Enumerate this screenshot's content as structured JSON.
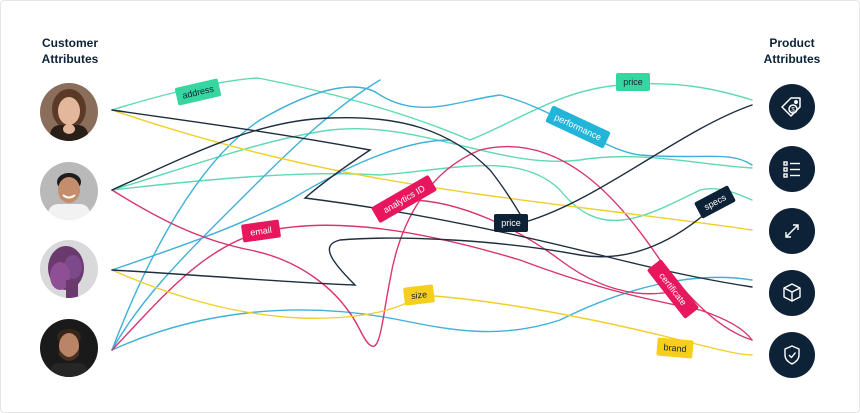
{
  "customer_title": "Customer\nAttributes",
  "product_title": "Product\nAttributes",
  "customers": [
    {
      "id": "c1",
      "icon": "person-woman-brown-hair"
    },
    {
      "id": "c2",
      "icon": "person-man-smiling"
    },
    {
      "id": "c3",
      "icon": "person-purple-hair-profile"
    },
    {
      "id": "c4",
      "icon": "person-man-beard"
    }
  ],
  "products": [
    {
      "id": "p1",
      "icon": "price-tag-dollar-icon"
    },
    {
      "id": "p2",
      "icon": "checklist-icon"
    },
    {
      "id": "p3",
      "icon": "expand-arrows-icon"
    },
    {
      "id": "p4",
      "icon": "box-icon"
    },
    {
      "id": "p5",
      "icon": "shield-check-icon"
    }
  ],
  "colors": {
    "navy": "#0d2236",
    "green": "#36d6a0",
    "teal": "#22b5d9",
    "pink": "#e8175d",
    "yellow": "#f5cf1b",
    "line_green": "#5fd9b5",
    "line_blue": "#3fb1d8",
    "line_pink": "#d9356e",
    "line_yellow": "#f0cf2b",
    "line_navy": "#1e2e40"
  },
  "tags": [
    {
      "id": "address",
      "label": "address",
      "color": "#36d6a0",
      "text_color": "#0d2236"
    },
    {
      "id": "price-top",
      "label": "price",
      "color": "#36d6a0",
      "text_color": "#0d2236"
    },
    {
      "id": "performance",
      "label": "performance",
      "color": "#22b5d9",
      "text_color": "#ffffff"
    },
    {
      "id": "analytics",
      "label": "analytics ID",
      "color": "#e8175d",
      "text_color": "#ffffff"
    },
    {
      "id": "price-mid",
      "label": "price",
      "color": "#0d2236",
      "text_color": "#ffffff"
    },
    {
      "id": "specs",
      "label": "specs",
      "color": "#0d2236",
      "text_color": "#ffffff"
    },
    {
      "id": "email",
      "label": "email",
      "color": "#e8175d",
      "text_color": "#ffffff"
    },
    {
      "id": "size",
      "label": "size",
      "color": "#f5cf1b",
      "text_color": "#0d2236"
    },
    {
      "id": "certificate",
      "label": "certificate",
      "color": "#e8175d",
      "text_color": "#ffffff"
    },
    {
      "id": "brand",
      "label": "brand",
      "color": "#f5cf1b",
      "text_color": "#0d2236"
    }
  ]
}
